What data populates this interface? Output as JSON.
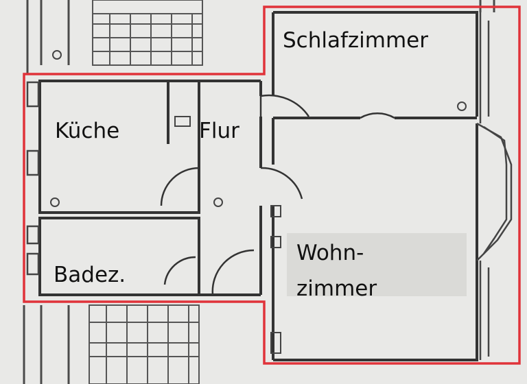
{
  "rooms": {
    "schlafzimmer": "Schlafzimmer",
    "kueche": "Küche",
    "flur": "Flur",
    "badez": "Badez.",
    "wohn_line1": "Wohn-",
    "wohn_line2": "zimmer"
  },
  "colors": {
    "paper": "#e9e9e7",
    "wall": "#3a3a3a",
    "outline": "#e0333a"
  }
}
